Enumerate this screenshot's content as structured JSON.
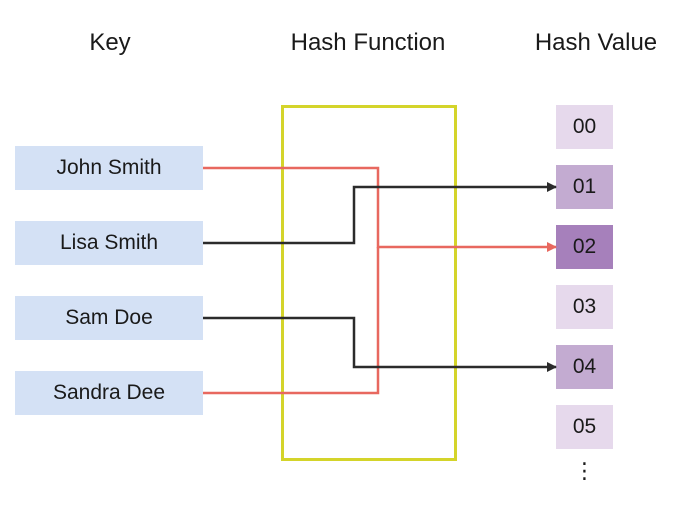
{
  "headers": {
    "key": "Key",
    "hash_function": "Hash Function",
    "hash_value": "Hash Value"
  },
  "keys": [
    "John Smith",
    "Lisa Smith",
    "Sam Doe",
    "Sandra Dee"
  ],
  "buckets": [
    "00",
    "01",
    "02",
    "03",
    "04",
    "05"
  ],
  "ellipsis": "⋮",
  "mappings": [
    {
      "key": "John Smith",
      "bucket": "02",
      "color": "#e8685f"
    },
    {
      "key": "Lisa Smith",
      "bucket": "01",
      "color": "#2b2b2b"
    },
    {
      "key": "Sam Doe",
      "bucket": "04",
      "color": "#2b2b2b"
    },
    {
      "key": "Sandra Dee",
      "bucket": "02",
      "color": "#e8685f"
    }
  ],
  "colors": {
    "key_fill": "#d4e1f5",
    "hash_border": "#d4d42a",
    "bucket_light": "#e6d9ec",
    "bucket_mid": "#c3abd1",
    "bucket_dark": "#a680bb",
    "collision_line": "#e8685f",
    "normal_line": "#2b2b2b"
  }
}
